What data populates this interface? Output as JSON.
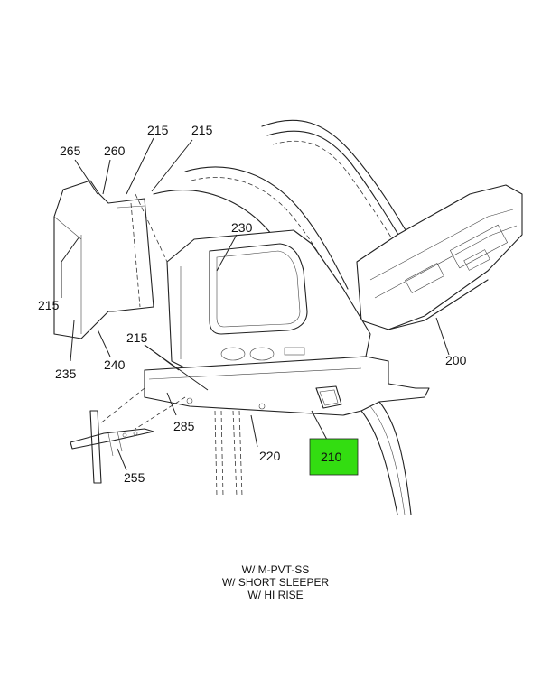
{
  "callouts": {
    "c265": "265",
    "c260": "260",
    "c215a": "215",
    "c215b": "215",
    "c230": "230",
    "c215c": "215",
    "c240": "240",
    "c235": "235",
    "c215d": "215",
    "c285": "285",
    "c220": "220",
    "c210": "210",
    "c200": "200",
    "c255": "255"
  },
  "highlight_color": "#33dd11",
  "notes": {
    "line1": "W/ M-PVT-SS",
    "line2": "W/ SHORT SLEEPER",
    "line3": "W/ HI RISE"
  }
}
